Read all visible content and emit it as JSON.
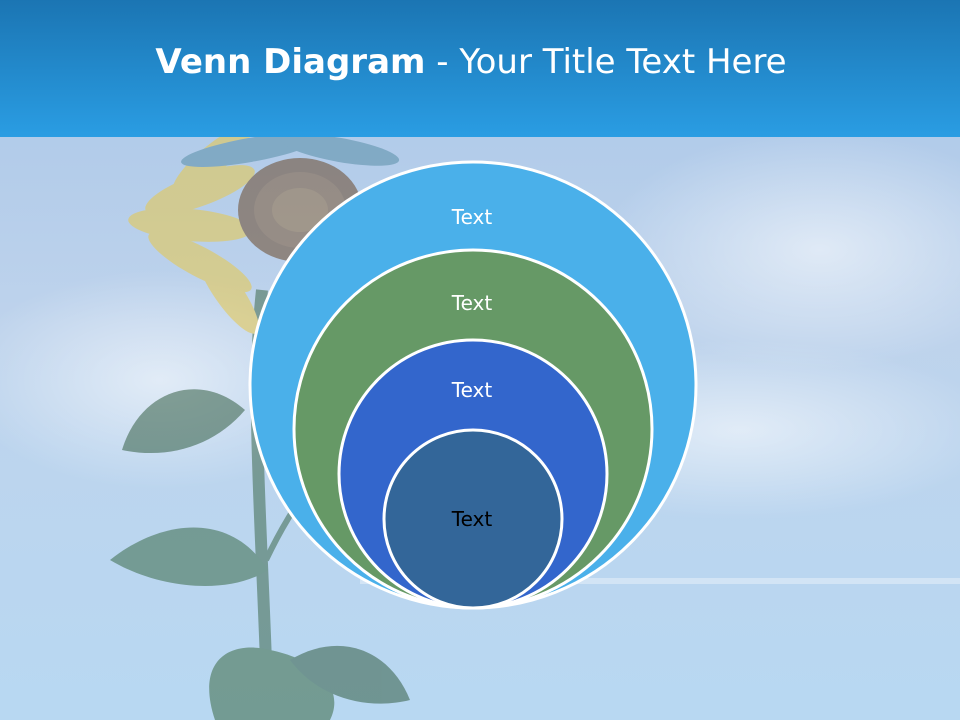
{
  "title": {
    "bold_part": "Venn Diagram",
    "regular_part": " - Your Title Text Here"
  },
  "colors": {
    "title_bar": "#2a9de3",
    "outer_circle": "#4ab0ea",
    "second_circle": "#669966",
    "third_circle": "#3366cc",
    "inner_circle": "#336699"
  },
  "circles": [
    {
      "label": "Text",
      "color": "#4ab0ea",
      "text_color": "#ffffff"
    },
    {
      "label": "Text",
      "color": "#669966",
      "text_color": "#ffffff"
    },
    {
      "label": "Text",
      "color": "#3366cc",
      "text_color": "#ffffff"
    },
    {
      "label": "Text",
      "color": "#336699",
      "text_color": "#000000"
    }
  ]
}
